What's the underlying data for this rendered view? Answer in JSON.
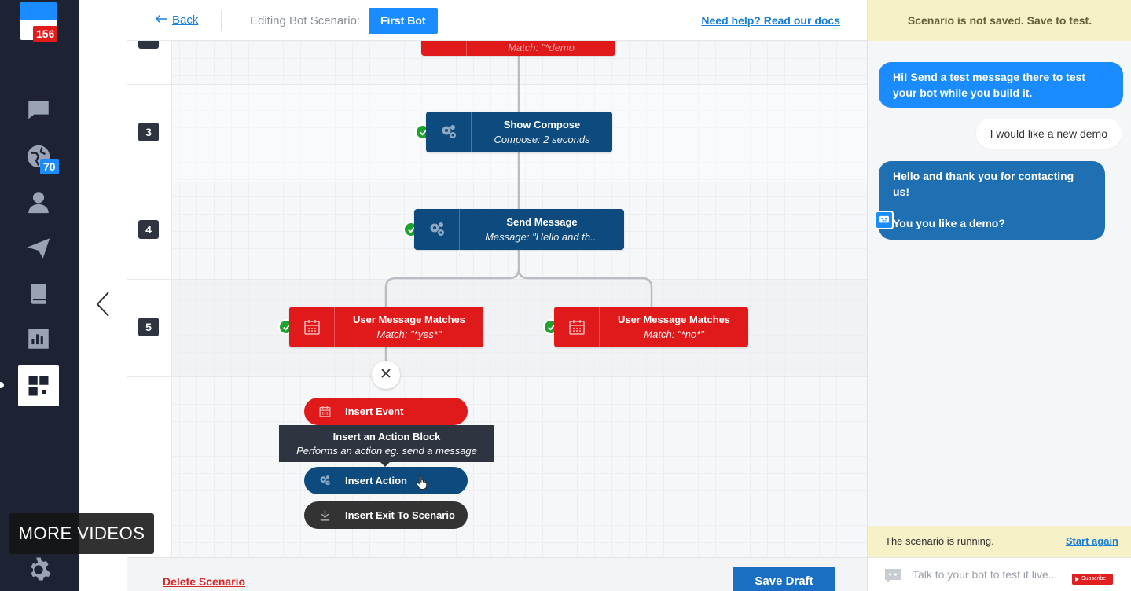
{
  "sidebar": {
    "notifications_count": "156",
    "globe_count": "70",
    "more_videos_label": "MORE VIDEOS"
  },
  "header": {
    "back_label": "Back",
    "editing_label": "Editing Bot Scenario:",
    "bot_name": "First Bot",
    "help_link": "Need help? Read our docs"
  },
  "canvas": {
    "rows": [
      "3",
      "4",
      "5"
    ],
    "partial_top_node_sub": "Match: \"*demo",
    "nodes": {
      "show_compose": {
        "title": "Show Compose",
        "sub": "Compose: 2 seconds"
      },
      "send_message": {
        "title": "Send Message",
        "sub": "Message: \"Hello and th..."
      },
      "match_yes": {
        "title": "User Message Matches",
        "sub": "Match: \"*yes*\""
      },
      "match_no": {
        "title": "User Message Matches",
        "sub": "Match: \"*no*\""
      }
    },
    "insert_menu": {
      "insert_event": "Insert Event",
      "tooltip_title": "Insert an Action Block",
      "tooltip_sub": "Performs an action eg. send a message",
      "insert_action": "Insert Action",
      "insert_exit": "Insert Exit To Scenario"
    }
  },
  "footer": {
    "delete_label": "Delete Scenario",
    "save_label": "Save Draft"
  },
  "test_panel": {
    "notice": "Scenario is not saved. Save to test.",
    "messages": {
      "bot_intro": "Hi! Send a test message there to test your bot while you build it.",
      "user_msg": "I would like a new demo",
      "bot_reply_1": "Hello and thank you for contacting us!",
      "bot_reply_2": "You you like a demo?"
    },
    "running_text": "The scenario is running.",
    "start_again": "Start again",
    "input_placeholder": "Talk to your bot to test it live...",
    "subscribe_label": "Subscribe"
  },
  "colors": {
    "accent": "#1a8cff",
    "node_red": "#e01a1a",
    "node_blue": "#0d4a7d",
    "sidebar": "#1d2332",
    "check_green": "#1fa22e",
    "notice_yellow": "#f6f1c6"
  },
  "icons": [
    "chat-icon",
    "globe-icon",
    "user-icon",
    "send-icon",
    "book-icon",
    "chart-icon",
    "apps-icon",
    "gear-icon",
    "calendar-icon",
    "cogs-icon",
    "close-icon",
    "download-icon",
    "bot-icon"
  ]
}
